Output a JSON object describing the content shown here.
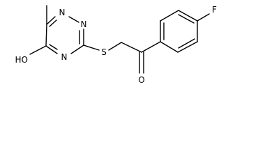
{
  "molecule": {
    "atom_labels": {
      "n1": "N",
      "n2": "N",
      "n4": "N",
      "oh": "HO",
      "s": "S",
      "o": "O",
      "f": "F"
    },
    "colors": {
      "bond": "#000000",
      "label": "#000000",
      "background": "#ffffff"
    }
  }
}
